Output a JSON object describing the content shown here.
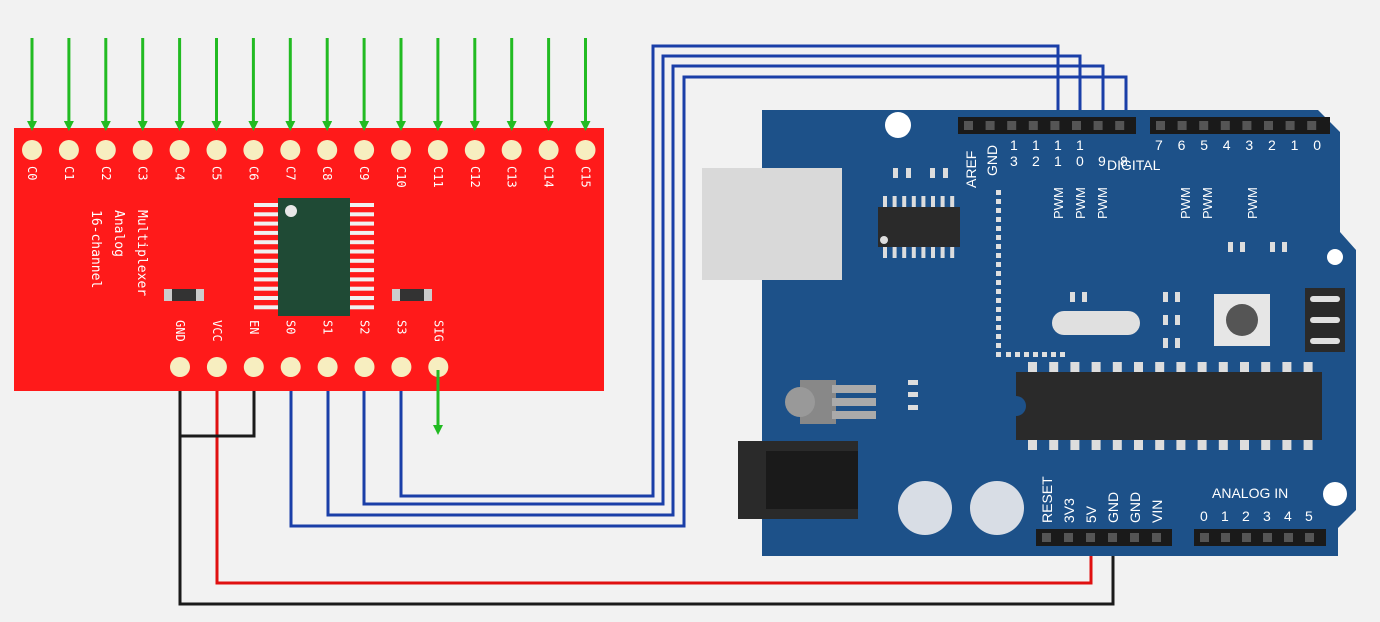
{
  "mux": {
    "title_lines": [
      "16-channel",
      "Analog",
      "Multiplexer"
    ],
    "channels": [
      "C0",
      "C1",
      "C2",
      "C3",
      "C4",
      "C5",
      "C6",
      "C7",
      "C8",
      "C9",
      "C10",
      "C11",
      "C12",
      "C13",
      "C14",
      "C15"
    ],
    "control_pins": [
      "GND",
      "VCC",
      "EN",
      "S0",
      "S1",
      "S2",
      "S3",
      "SIG"
    ],
    "color": "#ff1a1a"
  },
  "arduino": {
    "color": "#1d5189",
    "digital_label": "DIGITAL",
    "aref_label": "AREF",
    "gnd_label": "GND",
    "digital_high_pins": [
      [
        "1",
        "3"
      ],
      [
        "1",
        "2"
      ],
      [
        "1",
        "1"
      ],
      [
        "1",
        "0"
      ],
      [
        "",
        "9"
      ],
      [
        "",
        "8"
      ]
    ],
    "digital_low_pins": [
      "7",
      "6",
      "5",
      "4",
      "3",
      "2",
      "1",
      "0"
    ],
    "pwm_label": "PWM",
    "power_pins": [
      "RESET",
      "3V3",
      "5V",
      "GND",
      "GND",
      "VIN"
    ],
    "analog_label": "ANALOG IN",
    "analog_pins": [
      "0",
      "1",
      "2",
      "3",
      "4",
      "5"
    ]
  },
  "colors": {
    "signal_arrow": "#22bb22",
    "wire_blue": "#1a3fa8",
    "wire_red": "#e01010",
    "wire_black": "#1a1a1a",
    "pad": "#f7eec0"
  }
}
